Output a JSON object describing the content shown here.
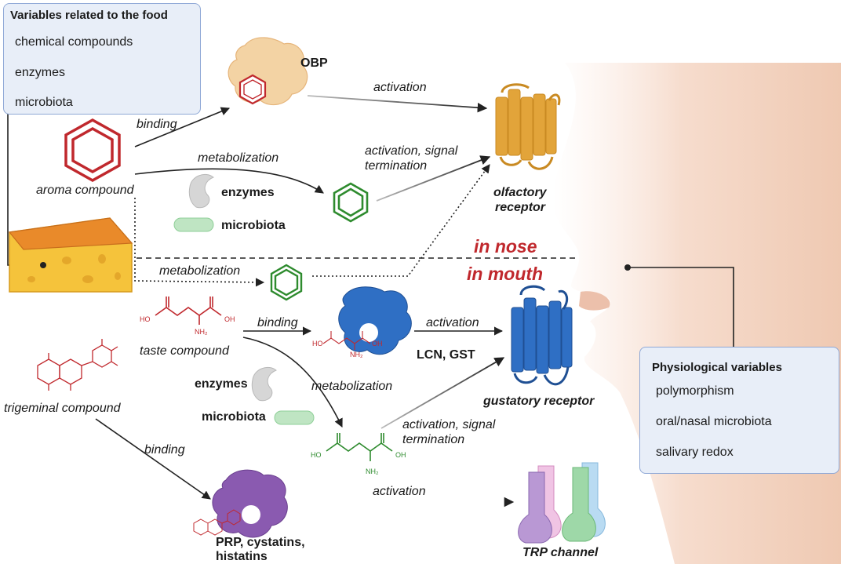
{
  "food_box": {
    "title": "Variables related to the food",
    "items": [
      "chemical compounds",
      "enzymes",
      "microbiota"
    ]
  },
  "physio_box": {
    "title": "Physiological variables",
    "items": [
      "polymorphism",
      "oral/nasal microbiota",
      "salivary redox"
    ]
  },
  "labels": {
    "binding_top": "binding",
    "obp": "OBP",
    "activation_top": "activation",
    "metabolization_top": "metabolization",
    "activation_signal_top_line1": "activation, signal",
    "activation_signal_top_line2": "termination",
    "aroma_compound": "aroma compound",
    "enzymes_top": "enzymes",
    "microbiota_top": "microbiota",
    "olfactory_line1": "olfactory",
    "olfactory_line2": "receptor",
    "in_nose": "in nose",
    "in_mouth": "in mouth",
    "metabolization_mid": "metabolization",
    "binding_mid": "binding",
    "activation_mid": "activation",
    "lcn_gst": "LCN, GST",
    "taste_compound": "taste compound",
    "enzymes_bottom": "enzymes",
    "metabolization_bottom": "metabolization",
    "gustatory_receptor": "gustatory receptor",
    "trigeminal_compound": "trigeminal compound",
    "microbiota_bottom": "microbiota",
    "activation_signal_bottom_line1": "activation, signal",
    "activation_signal_bottom_line2": "termination",
    "binding_bottom": "binding",
    "activation_bottom": "activation",
    "prp_line1": "PRP, cystatins,",
    "prp_line2": "histatins",
    "trp_channel": "TRP channel"
  },
  "chem_text": {
    "ho": "HO",
    "oh": "OH",
    "nh2": "NH₂"
  },
  "colors": {
    "aroma_red": "#c0282d",
    "metabolite_green": "#2e8b2e",
    "olfactory_orange": "#e2a43a",
    "gustatory_blue": "#2f6fc4",
    "obp_peach": "#f3d3a4",
    "prp_purple": "#8a5ab0",
    "box_fill": "#e8eef8",
    "box_border": "#8fa8d6"
  }
}
